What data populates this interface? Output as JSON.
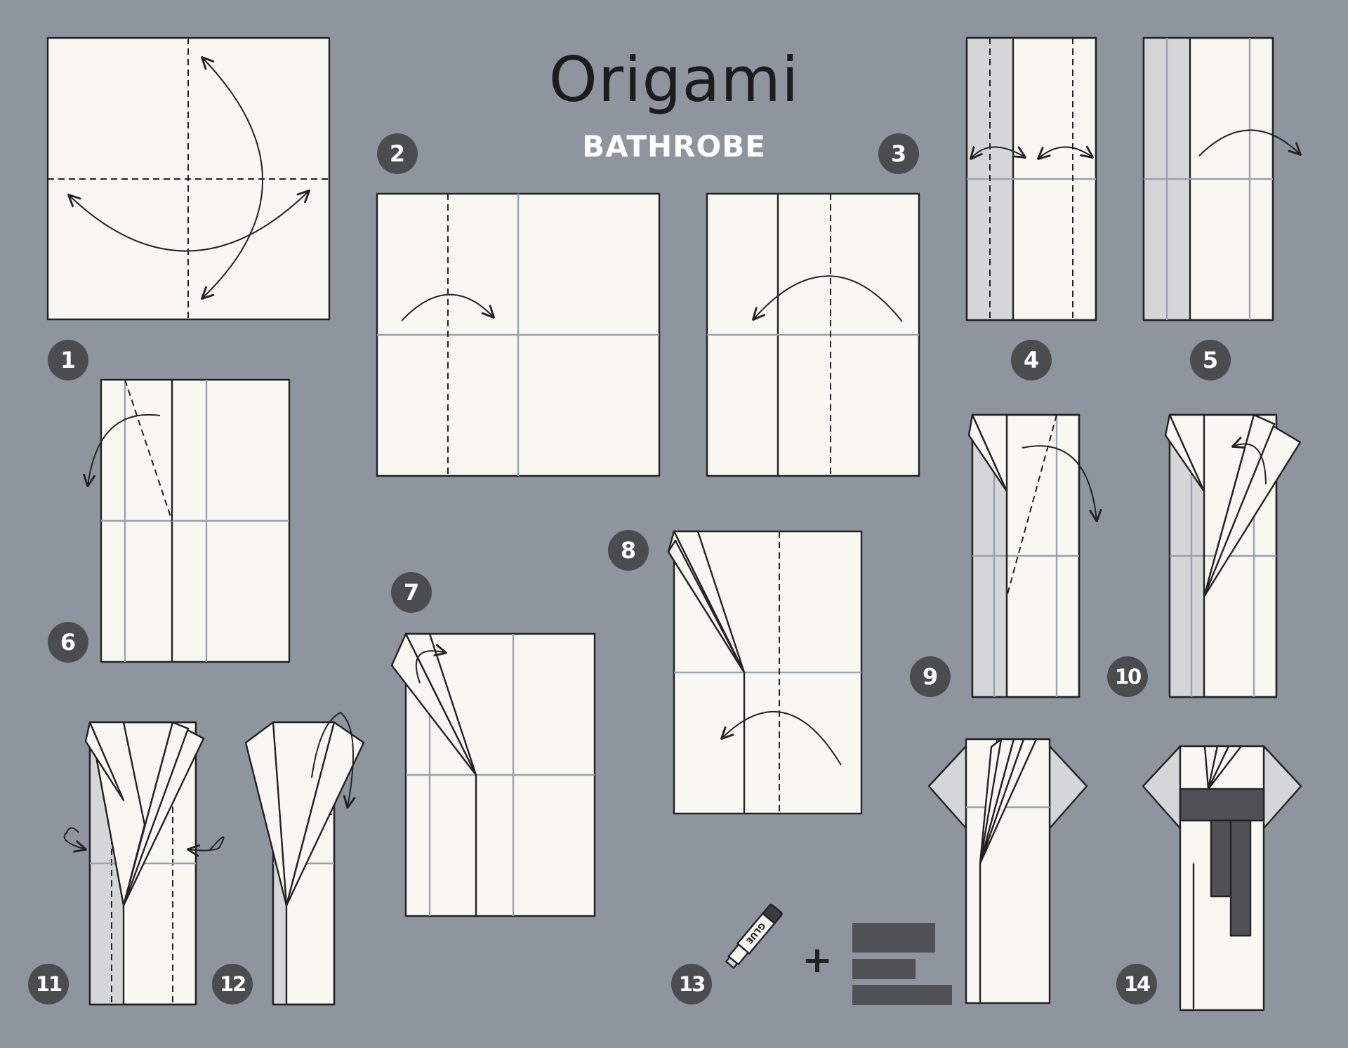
{
  "title": "Origami",
  "subtitle": "BATHROBE",
  "steps": [
    "1",
    "2",
    "3",
    "4",
    "5",
    "6",
    "7",
    "8",
    "9",
    "10",
    "11",
    "12",
    "13",
    "14"
  ],
  "glue_label": "GLUE",
  "plus_sign": "+",
  "colors": {
    "background": "#8f959e",
    "paper": "#f8f7f2",
    "paper_back": "#d5d6d8",
    "outline": "#222222",
    "crease": "#9aa2b0",
    "badge": "#4b4c4e",
    "belt": "#505154"
  }
}
